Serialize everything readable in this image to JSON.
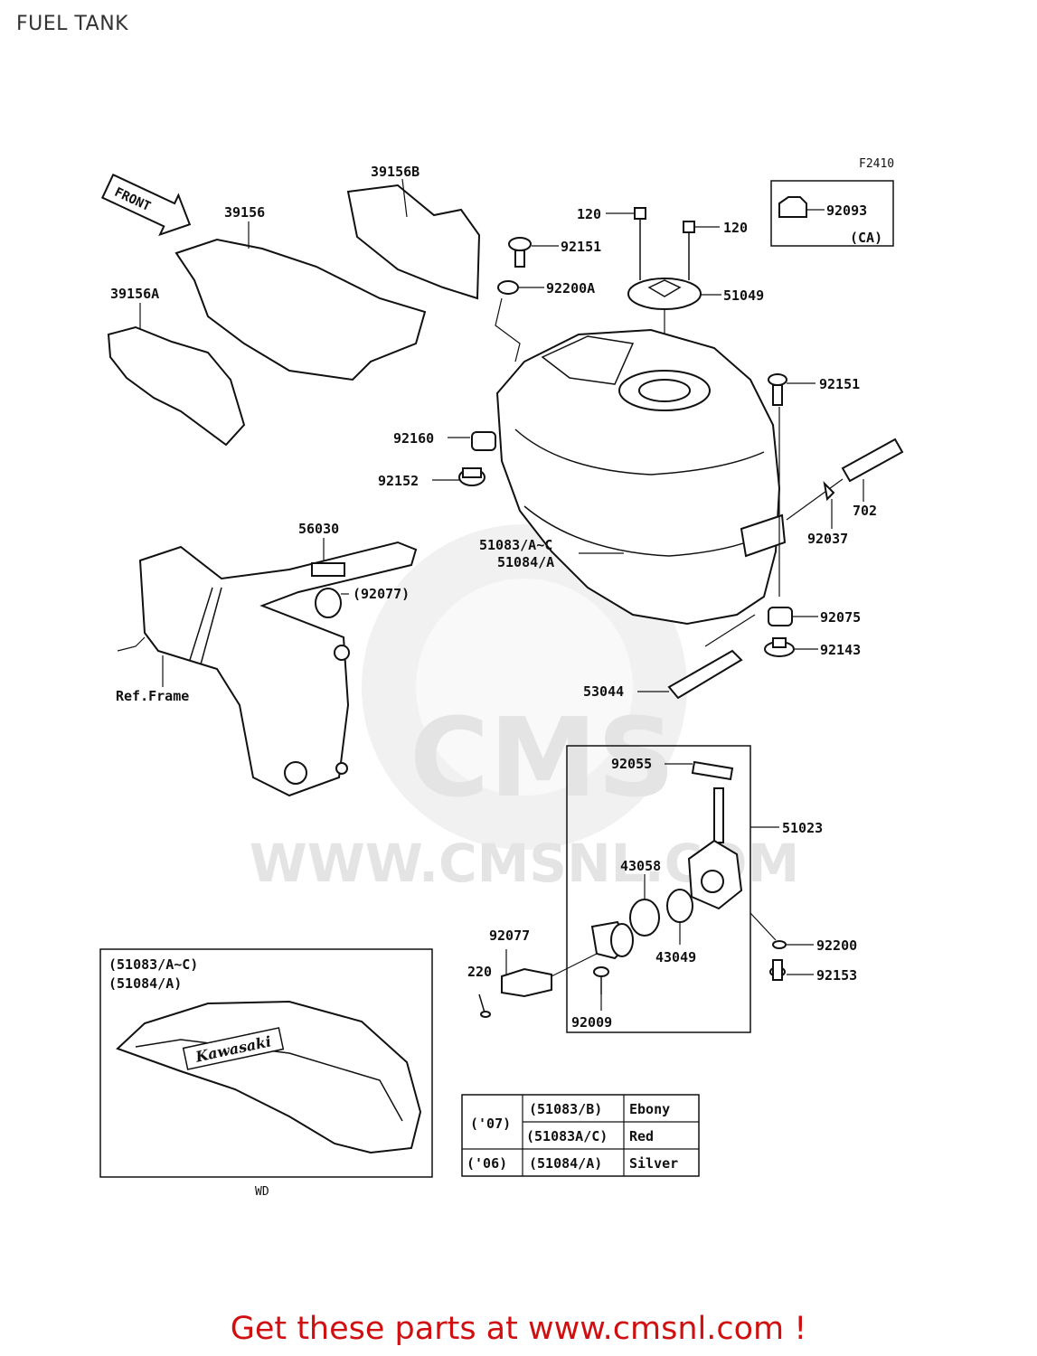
{
  "page": {
    "title": "FUEL TANK"
  },
  "diagram": {
    "figure_code": "F2410",
    "front_arrow": "FRONT",
    "labels": {
      "p39156B": "39156B",
      "p39156": "39156",
      "p39156A": "39156A",
      "p120a": "120",
      "p120b": "120",
      "p92093": "92093",
      "p92093_note": "(CA)",
      "p92151a": "92151",
      "p92200A": "92200A",
      "p51049": "51049",
      "p92151b": "92151",
      "p92160": "92160",
      "p92152": "92152",
      "p702": "702",
      "p92037": "92037",
      "p56030": "56030",
      "p92077a": "(92077)",
      "p51083": "51083/A~C",
      "p51084": "51084/A",
      "p92075": "92075",
      "p92143": "92143",
      "ref_frame": "Ref.Frame",
      "p53044": "53044",
      "p92055": "92055",
      "p51023": "51023",
      "p43058": "43058",
      "p92077b": "92077",
      "p43049": "43049",
      "p92200": "92200",
      "p220": "220",
      "p92153": "92153",
      "p92009": "92009"
    },
    "inset": {
      "line1": "(51083/A~C)",
      "line2": "(51084/A)",
      "caption": "WD",
      "brand": "Kawasaki"
    },
    "color_table": [
      {
        "year": "('07)",
        "part": "(51083/B)",
        "color": "Ebony"
      },
      {
        "year": "",
        "part": "(51083A/C)",
        "color": "Red"
      },
      {
        "year": "('06)",
        "part": "(51084/A)",
        "color": "Silver"
      }
    ],
    "watermark": {
      "brand": "CMS",
      "url": "WWW.CMSNL.COM"
    }
  },
  "footer": {
    "promo": "Get these parts at www.cmsnl.com !"
  }
}
